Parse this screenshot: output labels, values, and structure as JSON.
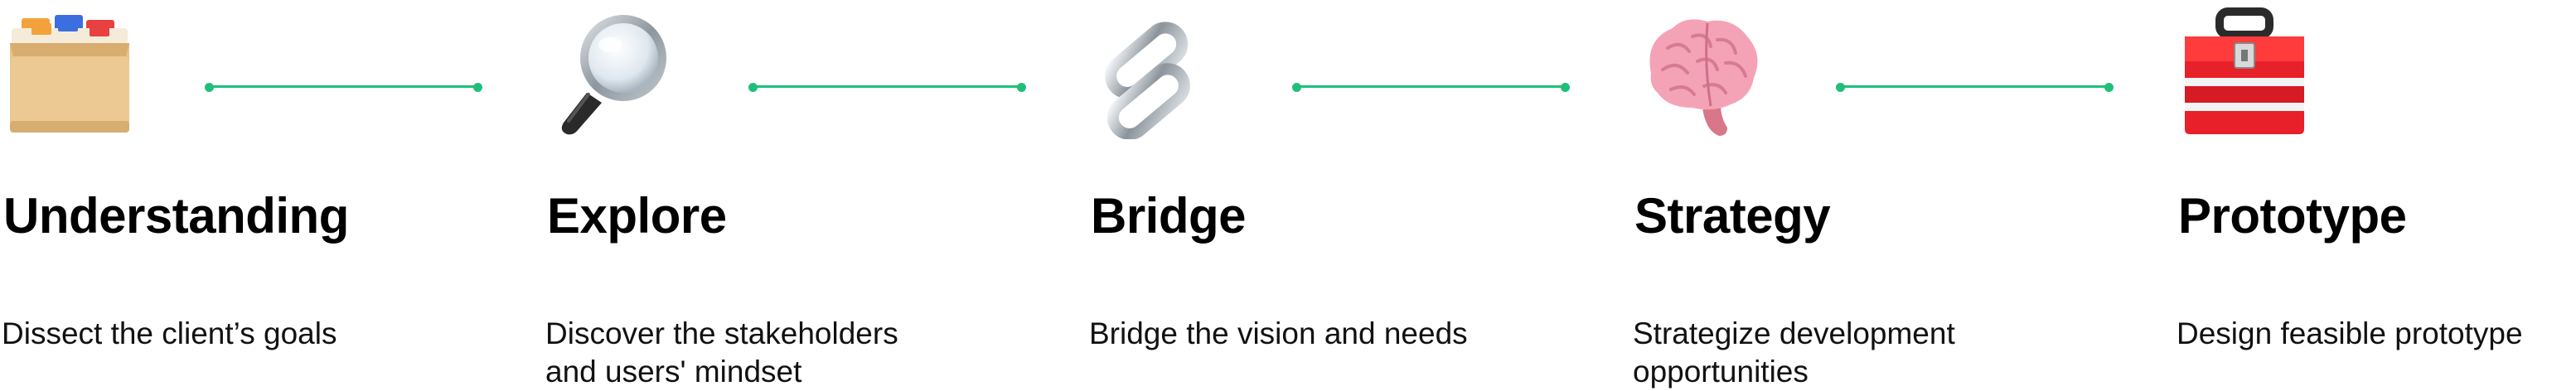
{
  "accent_color": "#1fbf7a",
  "steps": [
    {
      "icon": "file-box-icon",
      "title": "Understanding",
      "description": "Dissect the client’s goals"
    },
    {
      "icon": "magnifying-glass-icon",
      "title": "Explore",
      "description": "Discover the stakeholders and users' mindset"
    },
    {
      "icon": "chain-link-icon",
      "title": "Bridge",
      "description": "Bridge the vision and needs"
    },
    {
      "icon": "brain-icon",
      "title": "Strategy",
      "description": "Strategize development opportunities"
    },
    {
      "icon": "toolbox-icon",
      "title": "Prototype",
      "description": "Design feasible prototype"
    }
  ]
}
